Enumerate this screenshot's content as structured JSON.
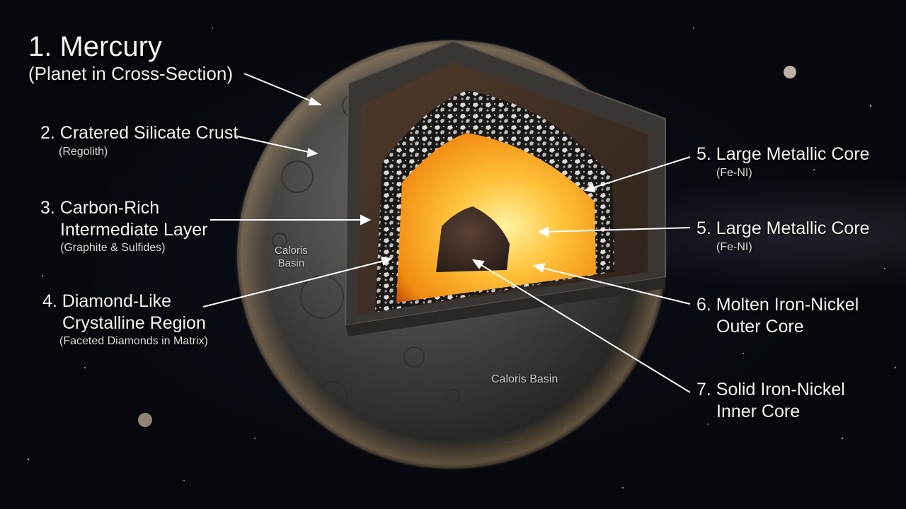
{
  "title": {
    "main": "1. Mercury",
    "sub": "(Planet in Cross-Section)"
  },
  "labels": [
    {
      "main": "2. Cratered Silicate Crust",
      "sub": "(Regolith)"
    },
    {
      "main": "3. Carbon-Rich",
      "main2": "Intermediate Layer",
      "sub": "(Graphite & Sulfides)"
    },
    {
      "main": "4. Diamond-Like",
      "main2": "Crystalline Region",
      "sub": "(Faceted Diamonds in Matrix)"
    },
    {
      "main": "5. Large Metallic Core",
      "sub": "(Fe-NI)"
    },
    {
      "main": "5. Large Metallic Core",
      "sub": "(Fe-NI)"
    },
    {
      "main": "6. Molten Iron-Nickel",
      "main2": "Outer Core"
    },
    {
      "main": "7. Solid Iron-Nickel",
      "main2": "Inner Core"
    }
  ],
  "surface_labels": {
    "caloris_small_1": "Caloris",
    "caloris_small_2": "Basin",
    "caloris_large": "Caloris Basin"
  },
  "colors": {
    "crust": "#4a4845",
    "mantle": "#3d2e24",
    "diamond_layer": "#1c1a18",
    "outer_core": "#f39a1a",
    "inner_core": "#3a2a24",
    "label_text": "#f3f3f3"
  }
}
